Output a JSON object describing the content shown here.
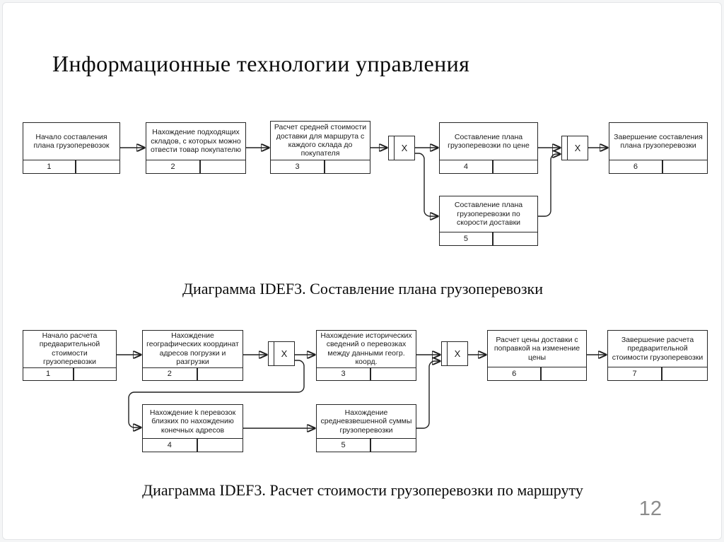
{
  "slide": {
    "title": "Информационные технологии управления",
    "page_number": "12"
  },
  "diagram1": {
    "caption": "Диаграмма IDEF3. Составление плана грузоперевозки",
    "boxes": [
      {
        "label": "Начало составления плана грузоперевозок",
        "number": "1"
      },
      {
        "label": "Нахождение подходящих складов, с которых можно отвести товар покупателю",
        "number": "2"
      },
      {
        "label": "Расчет средней стоимости доставки для маршрута с каждого склада до покупателя",
        "number": "3"
      },
      {
        "label": "Составление плана грузоперевозки по цене",
        "number": "4"
      },
      {
        "label": "Составление плана грузоперевозки по скорости доставки",
        "number": "5"
      },
      {
        "label": "Завершение составления плана грузоперевозки",
        "number": "6"
      }
    ],
    "junctions": [
      {
        "label": "X"
      },
      {
        "label": "X"
      }
    ]
  },
  "diagram2": {
    "caption": "Диаграмма IDEF3. Расчет стоимости грузоперевозки по маршруту",
    "boxes": [
      {
        "label": "Начало расчета предварительной стоимости грузоперевозки",
        "number": "1"
      },
      {
        "label": "Нахождение географических координат адресов погрузки и разгрузки",
        "number": "2"
      },
      {
        "label": "Нахождение исторических сведений о перевозках между данными геогр. коорд.",
        "number": "3"
      },
      {
        "label": "Нахождение k перевозок близких по нахождению конечных адресов",
        "number": "4"
      },
      {
        "label": "Нахождение средневзвешенной суммы грузоперевозки",
        "number": "5"
      },
      {
        "label": "Расчет цены доставки с поправкой на изменение цены",
        "number": "6"
      },
      {
        "label": "Завершение расчета предварительной стоимости грузоперевозки",
        "number": "7"
      }
    ],
    "junctions": [
      {
        "label": "X"
      },
      {
        "label": "X"
      }
    ]
  }
}
